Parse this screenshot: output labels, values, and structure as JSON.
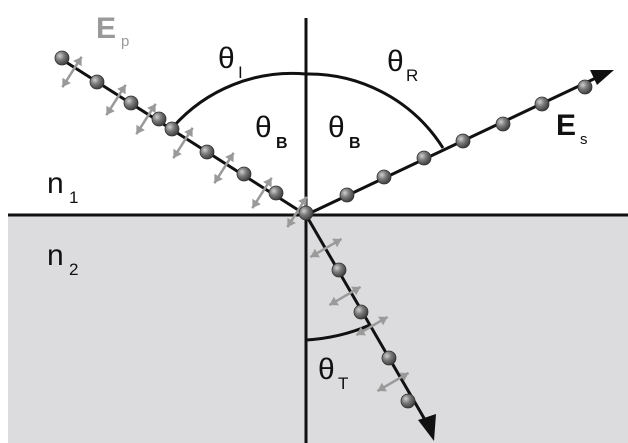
{
  "colors": {
    "medium2_fill": "#dcdcde",
    "line": "#111111",
    "arrow_grey": "#9a9a9a",
    "bead": "#666666"
  },
  "labels": {
    "ep": {
      "main": "E",
      "sub": "p"
    },
    "es": {
      "main": "E",
      "sub": "s"
    },
    "n1": {
      "main": "n",
      "sub": "1"
    },
    "n2": {
      "main": "n",
      "sub": "2"
    },
    "theta_i": {
      "main": "θ",
      "sub": "I"
    },
    "theta_r": {
      "main": "θ",
      "sub": "R"
    },
    "theta_b_left": {
      "main": "θ",
      "sub": "B"
    },
    "theta_b_right": {
      "main": "θ",
      "sub": "B"
    },
    "theta_t": {
      "main": "θ",
      "sub": "T"
    }
  }
}
